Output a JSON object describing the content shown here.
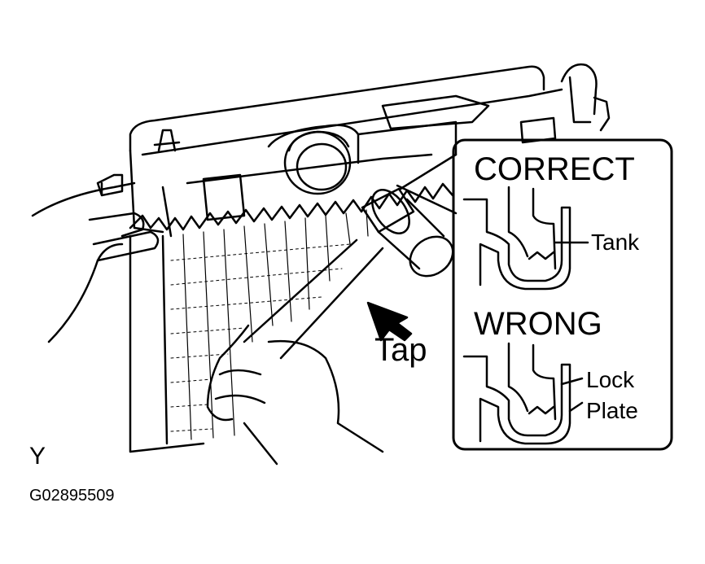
{
  "callout": {
    "correct_title": "CORRECT",
    "wrong_title": "WRONG",
    "tank_label": "Tank",
    "lock_label": "Lock",
    "plate_label": "Plate"
  },
  "main": {
    "tap_label": "Tap",
    "view_letter": "Y",
    "figure_code": "G02895509"
  }
}
